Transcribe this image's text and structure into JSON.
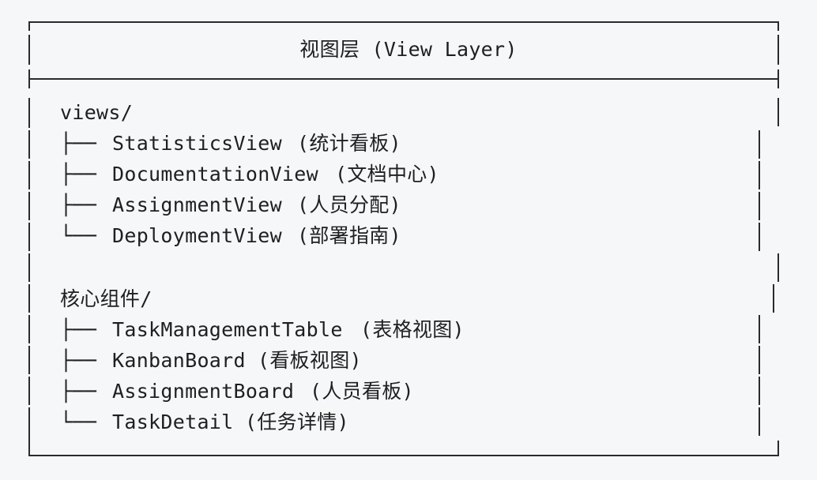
{
  "title": "视图层 (View Layer)",
  "groups": [
    {
      "heading": "views/",
      "items": [
        {
          "branch": "├──",
          "name": "StatisticsView",
          "desc": "(统计看板)"
        },
        {
          "branch": "├──",
          "name": "DocumentationView",
          "desc": "(文档中心)"
        },
        {
          "branch": "├──",
          "name": "AssignmentView",
          "desc": "(人员分配)"
        },
        {
          "branch": "└──",
          "name": "DeploymentView",
          "desc": "(部署指南)"
        }
      ]
    },
    {
      "heading": "核心组件/",
      "items": [
        {
          "branch": "├──",
          "name": "TaskManagementTable",
          "desc": "(表格视图)"
        },
        {
          "branch": "├──",
          "name": "KanbanBoard",
          "desc": "(看板视图)"
        },
        {
          "branch": "├──",
          "name": "AssignmentBoard",
          "desc": "(人员看板)"
        },
        {
          "branch": "└──",
          "name": "TaskDetail",
          "desc": "(任务详情)"
        }
      ]
    }
  ]
}
